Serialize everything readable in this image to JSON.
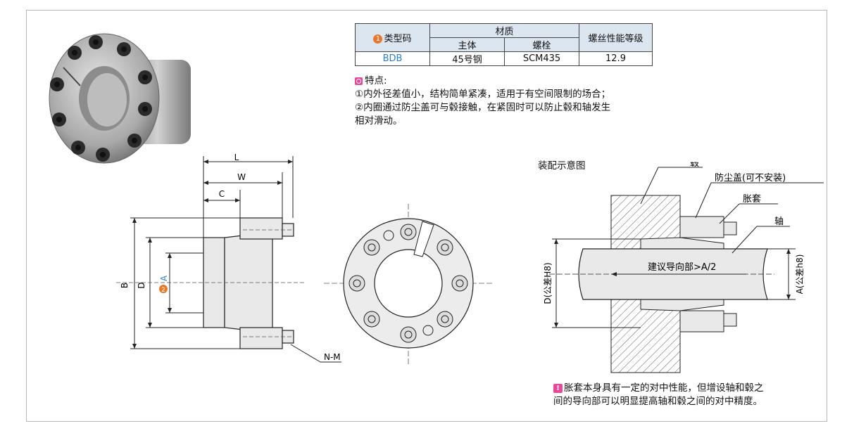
{
  "table": {
    "type_label": "类型码",
    "type_badge": "1",
    "material_label": "材质",
    "main_body_label": "主体",
    "bolt_label": "螺栓",
    "grade_label": "螺丝性能等级",
    "row": {
      "type": "BDB",
      "body": "45号钢",
      "bolt": "SCM435",
      "grade": "12.9"
    }
  },
  "features": {
    "title": "特点:",
    "line1": "①内外径差值小，结构简单紧凑，适用于有空间限制的场合；",
    "line2": "②内圈通过防尘盖可与毂接触，在紧固时可以防止毂和轴发生",
    "line3": "相对滑动。"
  },
  "drawing": {
    "dim_L": "L",
    "dim_W": "W",
    "dim_C": "C",
    "dim_B": "B",
    "dim_D": "D",
    "dim_A": "A",
    "badge_2": "2",
    "dim_NM": "N-M"
  },
  "assembly": {
    "title": "装配示意图",
    "hub": "毂",
    "dust_cover": "防尘盖(可不安装)",
    "sleeve": "胀套",
    "shaft": "轴",
    "guide": "建议导向部>A/2",
    "D_tol": "D(公差H8)",
    "A_tol": "A(公差h8)"
  },
  "note": {
    "badge": "!",
    "line1": "胀套本身具有一定的对中性能，但增设轴和毂之",
    "line2": "间的导向部可以明显提高轴和毂之间的对中精度。"
  }
}
